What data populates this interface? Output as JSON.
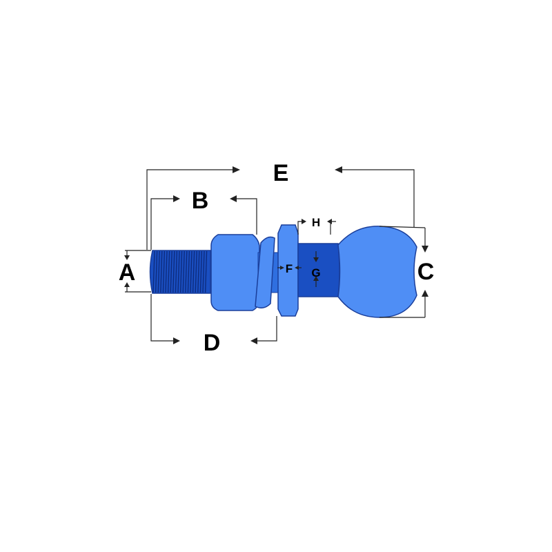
{
  "labels": {
    "a": "A",
    "b": "B",
    "c": "C",
    "d": "D",
    "e": "E",
    "f": "F",
    "g": "G",
    "h": "H"
  },
  "colors": {
    "light_blue": "#4f8ef5",
    "mid_blue": "#2f6fe0",
    "dark_blue": "#1a4fc2",
    "outline": "#1a3e9a",
    "thread_line": "#0d2a7a",
    "dimension": "#222222"
  }
}
